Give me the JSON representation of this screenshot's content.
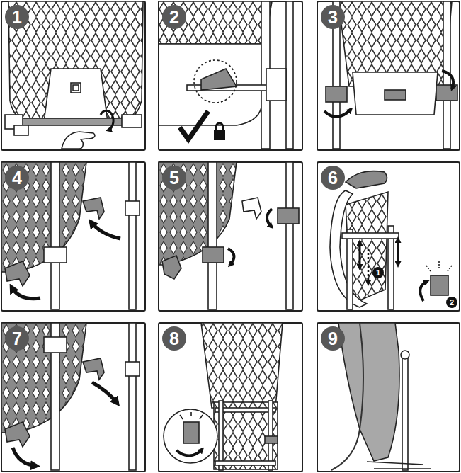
{
  "diagram": {
    "nodes": [
      {
        "text": [
          "1"
        ]
      },
      {
        "text": [
          "2"
        ]
      },
      {
        "text": [
          "3"
        ]
      },
      {
        "text": [
          "4"
        ]
      },
      {
        "text": [
          "5"
        ]
      },
      {
        "text": [
          "6"
        ]
      },
      {
        "text": [
          "1"
        ]
      },
      {
        "text": [
          "2"
        ]
      },
      {
        "text": [
          "7"
        ]
      },
      {
        "text": [
          "8"
        ]
      },
      {
        "text": [
          "9"
        ]
      }
    ]
  }
}
